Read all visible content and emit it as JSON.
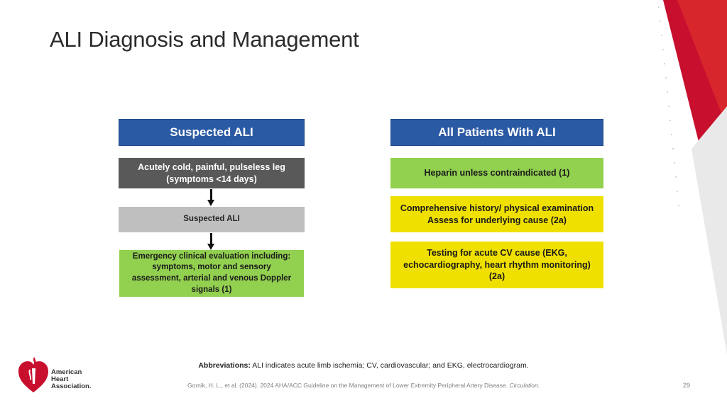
{
  "title": "ALI Diagnosis and Management",
  "left_column": {
    "header": "Suspected ALI",
    "box1": "Acutely cold, painful, pulseless leg\n(symptoms <14 days)",
    "box2": "Suspected ALI",
    "box3": "Emergency clinical evaluation including: symptoms, motor and sensory assessment, arterial and venous Doppler signals (1)"
  },
  "right_column": {
    "header": "All Patients With ALI",
    "box1": "Heparin unless contraindicated (1)",
    "box2": "Comprehensive history/ physical examination\nAssess for underlying cause (2a)",
    "box3": "Testing for acute CV cause (EKG, echocardiography, heart rhythm monitoring) (2a)"
  },
  "abbreviations": {
    "label": "Abbreviations:",
    "text": " ALI indicates acute limb ischemia; CV, cardiovascular; and EKG, electrocardiogram."
  },
  "citation": {
    "text": "Gornik, H. L., et al. (2024). 2024 AHA/ACC Guideline on the Management of Lower Extremity Peripheral Artery Disease.",
    "journal": "Circulation",
    "end": "."
  },
  "page_number": "29",
  "logo_text": [
    "American",
    "Heart",
    "Association."
  ],
  "colors": {
    "header_blue": "#2b5aa4",
    "dark_gray": "#595959",
    "light_gray": "#bfbfbf",
    "green": "#92d050",
    "yellow": "#f0e000",
    "brand_red": "#c8102e"
  }
}
